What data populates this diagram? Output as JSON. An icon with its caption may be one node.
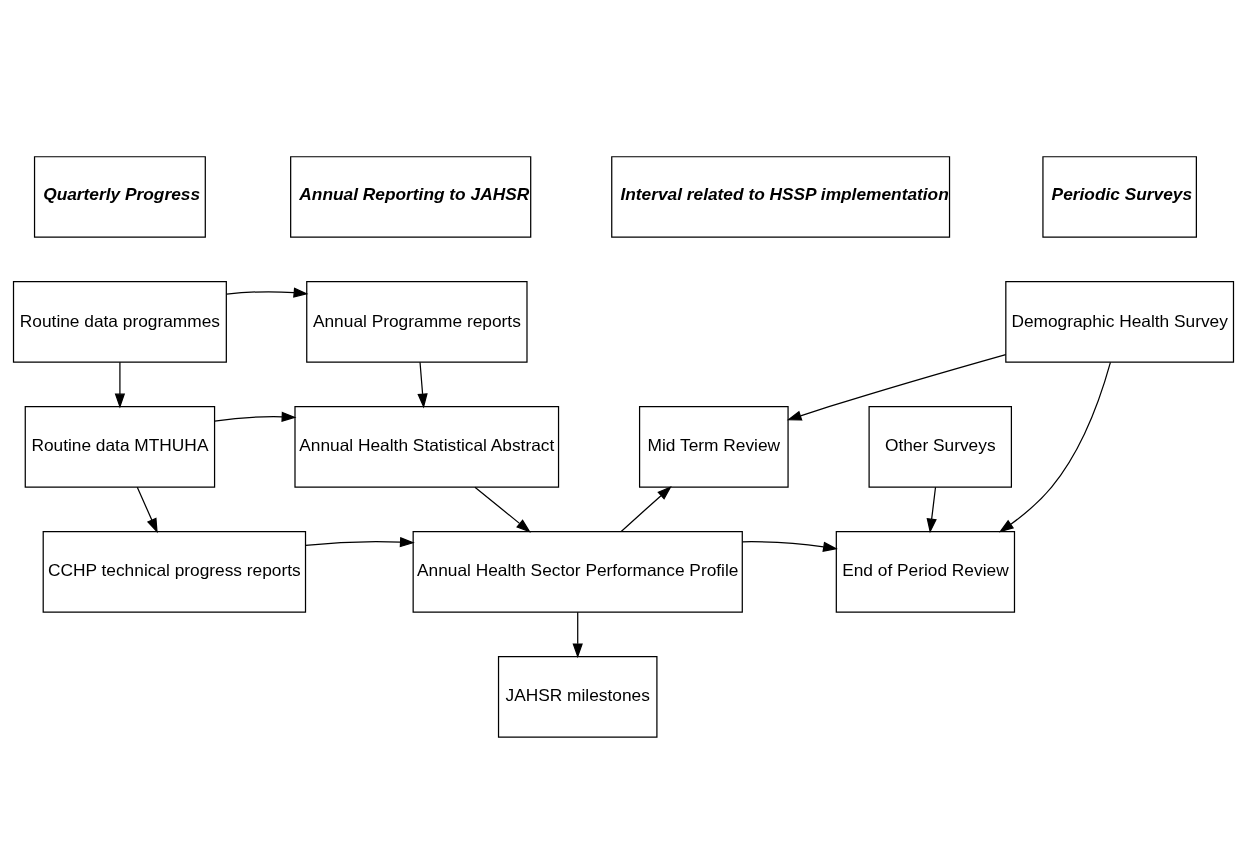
{
  "diagram": {
    "nodes": [
      {
        "text": [
          "Quarterly Progress"
        ]
      },
      {
        "text": [
          "Annual Reporting to JAHSR"
        ]
      },
      {
        "text": [
          "Periodic Surveys"
        ]
      },
      {
        "text": [
          "Interval related to HSSP implementation"
        ]
      },
      {
        "text": [
          "Routine data programmes"
        ]
      },
      {
        "text": [
          "Annual Programme reports"
        ]
      },
      {
        "text": [
          "Routine data MTHUHA"
        ]
      },
      {
        "text": [
          "Annual Health Statistical Abstract"
        ]
      },
      {
        "text": [
          "Mid Term Review"
        ]
      },
      {
        "text": [
          "CCHP technical progress reports"
        ]
      },
      {
        "text": [
          "Annual Health Sector Performance Profile"
        ]
      },
      {
        "text": [
          "End of Period Review"
        ]
      },
      {
        "text": [
          "JAHSR milestones"
        ]
      },
      {
        "text": [
          "Demographic Health Survey"
        ]
      },
      {
        "text": [
          "Other Surveys"
        ]
      }
    ],
    "edges": [
      {
        "from": 4,
        "to": 5,
        "arrow": "to"
      },
      {
        "from": 4,
        "to": 6,
        "arrow": "to"
      },
      {
        "from": 5,
        "to": 7,
        "arrow": "to"
      },
      {
        "from": 6,
        "to": 7,
        "arrow": "to"
      },
      {
        "from": 6,
        "to": 9,
        "arrow": "to"
      },
      {
        "from": 7,
        "to": 10,
        "arrow": "to"
      },
      {
        "from": 9,
        "to": 10,
        "arrow": "to"
      },
      {
        "from": 10,
        "to": 8,
        "arrow": "to"
      },
      {
        "from": 10,
        "to": 11,
        "arrow": "to"
      },
      {
        "from": 10,
        "to": 12,
        "arrow": "to"
      },
      {
        "from": 13,
        "to": 8,
        "arrow": "to"
      },
      {
        "from": 13,
        "to": 11,
        "arrow": "to"
      },
      {
        "from": 14,
        "to": 11,
        "arrow": "to"
      }
    ]
  }
}
